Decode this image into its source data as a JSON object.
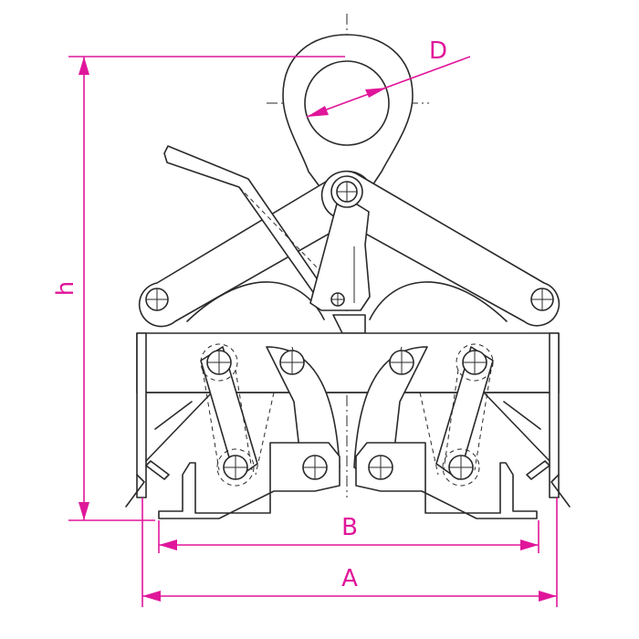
{
  "colors": {
    "line": "#2a2a2a",
    "dimension": "#e0169a",
    "background": "#ffffff"
  },
  "dimensions": {
    "height_label": "h",
    "width_label": "A",
    "inner_width_label": "B",
    "eye_diameter_label": "D"
  }
}
